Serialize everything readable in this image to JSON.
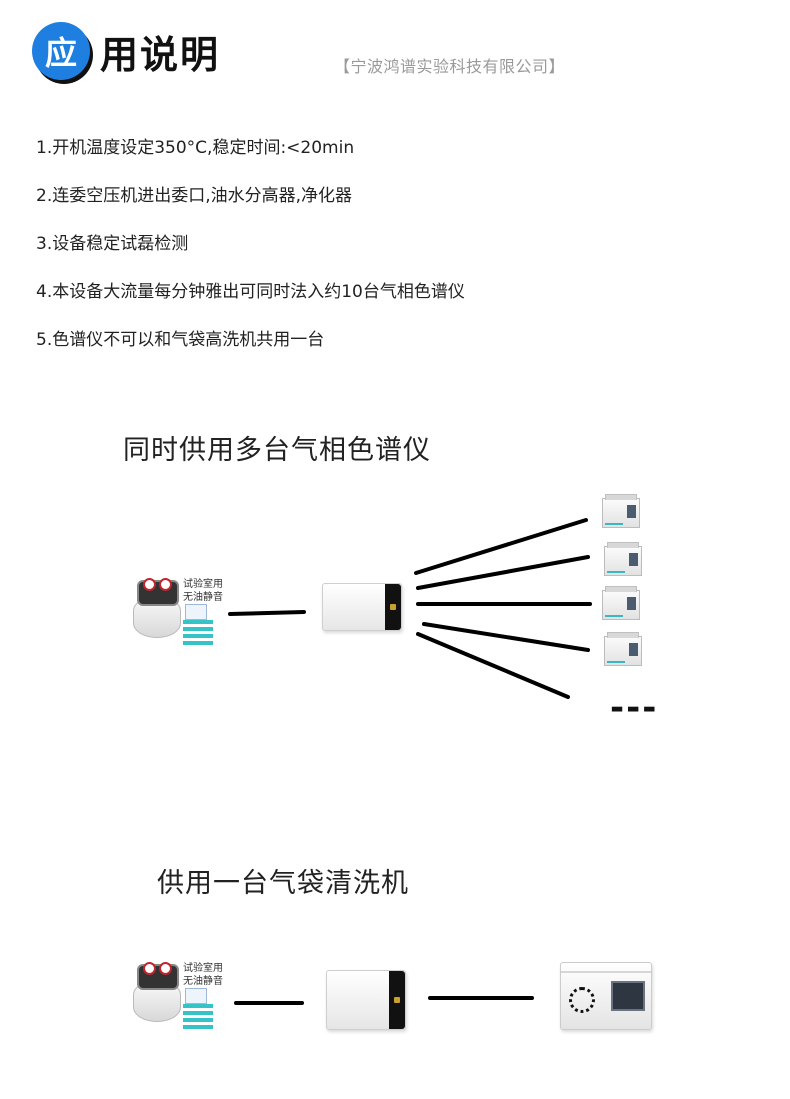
{
  "header": {
    "badge": "应",
    "title": "用说明",
    "company": "【宁波鸿谱实验科技有限公司】"
  },
  "instructions": [
    "1.开机温度设定350°C,稳定时间:<20min",
    "2.连委空压机进出委口,油水分高器,净化器",
    "3.设备稳定试磊检测",
    "4.本设备大流量每分钟雅出可同时法入约10台气相色谱仪",
    "5.色谱仪不可以和气袋高洗机共用一台"
  ],
  "diagram1": {
    "title": "同时供用多台气相色谱仪",
    "compressor_label_line1": "试验室用",
    "compressor_label_line2": "无油静音",
    "ellipsis": "---"
  },
  "diagram2": {
    "title": "供用一台气袋清洗机",
    "compressor_label_line1": "试验室用",
    "compressor_label_line2": "无油静音"
  }
}
